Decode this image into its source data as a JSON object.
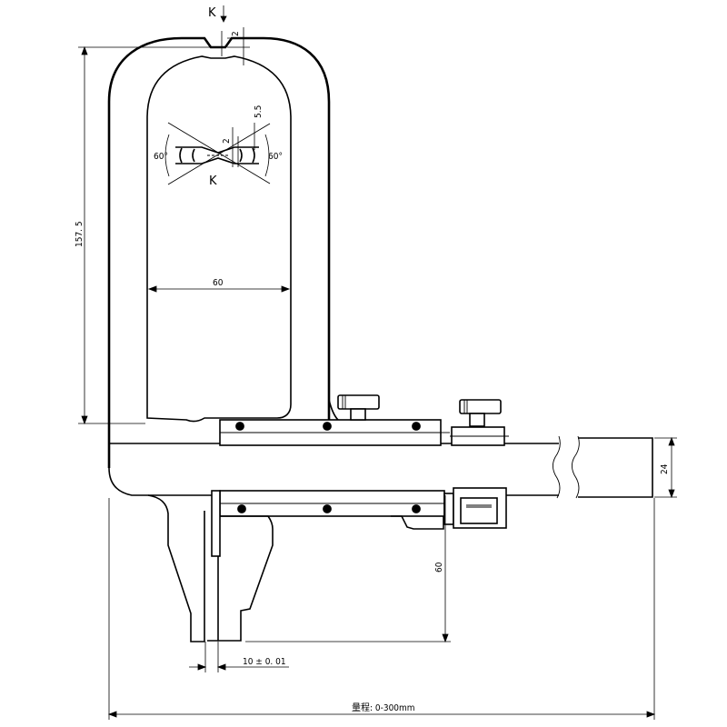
{
  "drawing": {
    "section_mark_top": "K",
    "section_mark_view": "K",
    "dimensions": {
      "notch_depth": "2",
      "notch_width_inner": "2",
      "notch_offset": "5.5",
      "angle_left": "60°",
      "angle_right": "60°",
      "throat_width": "60",
      "frame_height": "157. 5",
      "beam_height": "24",
      "jaw_depth": "60",
      "jaw_tip_width": "10 ± 0. 01",
      "measuring_range": "量程: 0-300mm"
    }
  }
}
